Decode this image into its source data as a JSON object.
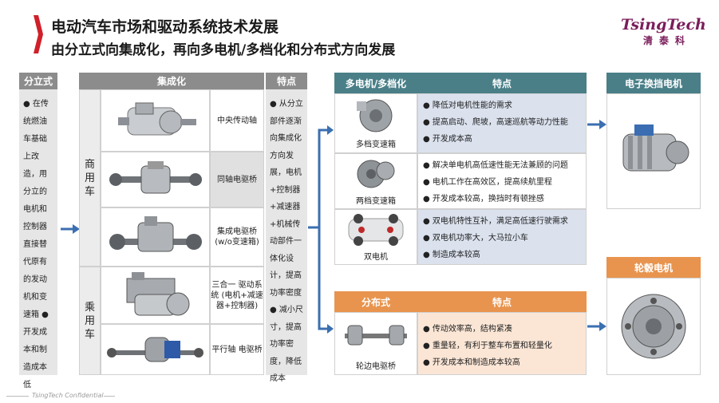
{
  "header": {
    "title": "电动汽车市场和驱动系统技术发展",
    "subtitle": "由分立式向集成化，再向多电机/多档化和分布式方向发展"
  },
  "logo": {
    "word": "TsingTech",
    "cn": "清泰科"
  },
  "col1": {
    "header": "分立式",
    "text": "● 在传统燃油车基础上改造，用分立的电机和控制器直接替代原有的发动机和变速箱 ● 开发成本和制造成本低"
  },
  "middle": {
    "header": "集成化",
    "features_header": "特点",
    "groups": [
      {
        "label": "商用车"
      },
      {
        "label": "乘用车"
      }
    ],
    "rows": [
      {
        "label": "中央传动轴"
      },
      {
        "label": "同轴电驱桥"
      },
      {
        "label": "集成电驱桥 (w/o变速箱)"
      },
      {
        "label": "三合一 驱动系统 (电机+减速器+控制器)"
      },
      {
        "label": "平行轴 电驱桥"
      }
    ],
    "features_text": "● 从分立部件逐渐向集成化方向发展，电机+控制器+减速器+机械传动部件一体化设计，提高功率密度 ● 减小尺寸，提高功率密度，降低成本"
  },
  "multi": {
    "header": "多电机/多档化",
    "features_header": "特点",
    "rows": [
      {
        "label": "多档变速箱",
        "features": [
          "● 降低对电机性能的需求",
          "● 提高启动、爬坡，高速巡航等动力性能",
          "● 开发成本高"
        ]
      },
      {
        "label": "两档变速箱",
        "features": [
          "● 解决单电机高低速性能无法兼顾的问题",
          "● 电机工作在高效区，提高续航里程",
          "● 开发成本较高，换挡时有顿挫感"
        ]
      },
      {
        "label": "双电机",
        "features": [
          "● 双电机特性互补，满足高低速行驶需求",
          "● 双电机功率大，大马拉小车",
          "● 制造成本较高"
        ]
      }
    ]
  },
  "distributed": {
    "header": "分布式",
    "features_header": "特点",
    "label": "轮边电驱桥",
    "features": [
      "● 传动效率高，结构紧凑",
      "● 重量轻，有利于整车布置和轻量化",
      "● 开发成本和制造成本较高"
    ]
  },
  "shift_motor": {
    "header": "电子换挡电机"
  },
  "hub_motor": {
    "header": "轮毂电机"
  },
  "footer": {
    "confidential": "TsingTech Confidential"
  },
  "colors": {
    "accent_red": "#d0202a",
    "header_grey": "#8c8c8c",
    "teal": "#4a7f88",
    "orange": "#e8944e",
    "arrow_blue": "#3b6fb0",
    "feature_bg_blue": "#dbe2ee",
    "feature_bg_orange": "#fbe6d6",
    "logo_purple": "#7a1d5b"
  }
}
